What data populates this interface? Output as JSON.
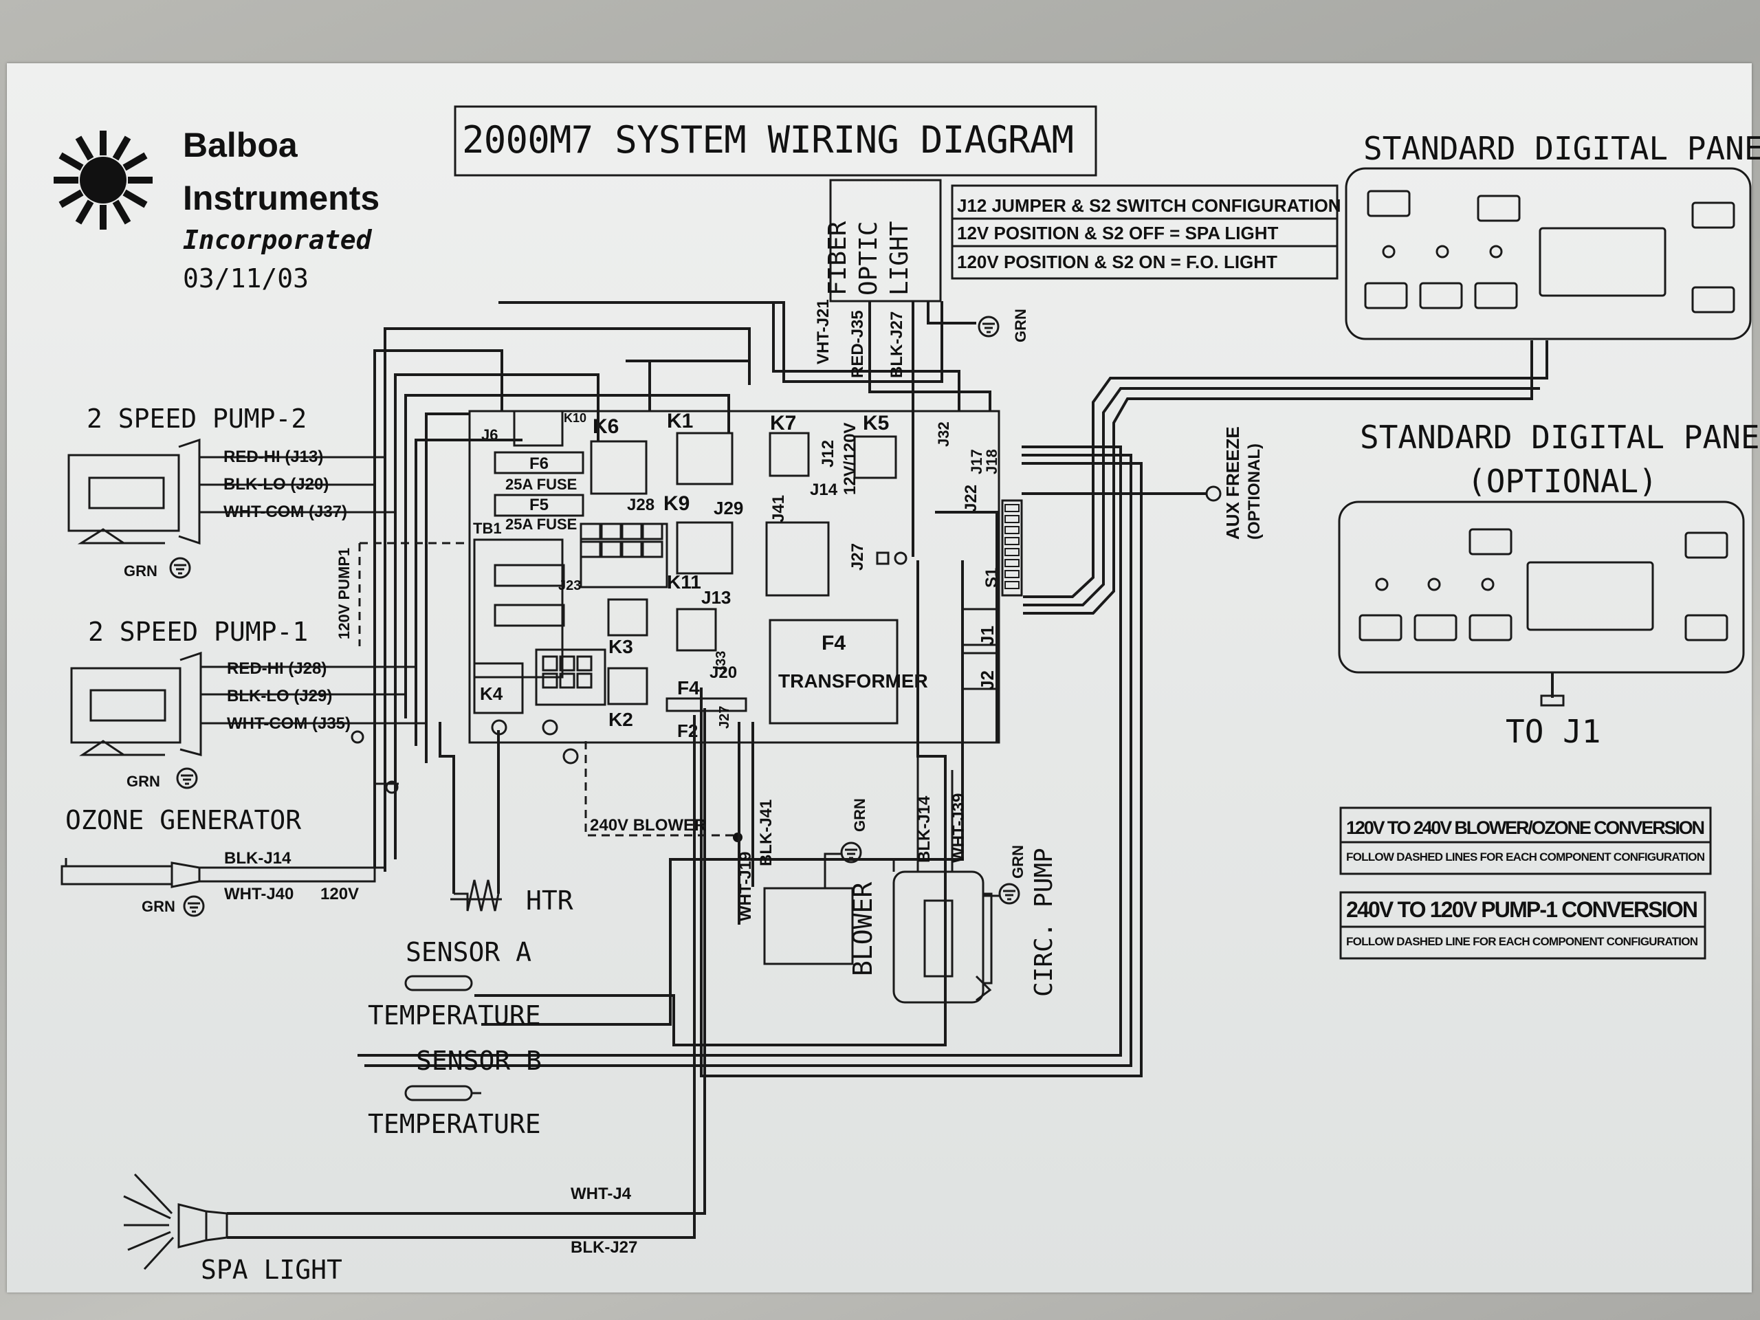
{
  "title": "2000M7 SYSTEM WIRING DIAGRAM",
  "logo": {
    "line1": "Balboa",
    "line2": "Instruments",
    "line3": "Incorporated",
    "date": "03/11/03"
  },
  "fiber_optic": {
    "l1": "FIBER",
    "l2": "OPTIC",
    "l3": "LIGHT"
  },
  "jumper_table": {
    "header": "J12 JUMPER  & S2 SWITCH CONFIGURATION",
    "row1": "12V POSITION & S2 OFF = SPA LIGHT",
    "row2": "120V POSITION & S2 ON = F.O. LIGHT"
  },
  "fiber_wires": {
    "vht": "VHT-J21",
    "red": "RED-J35",
    "blk": "BLK-J27",
    "grn": "GRN"
  },
  "panel1": {
    "title": "STANDARD DIGITAL PANEL"
  },
  "panel2": {
    "title1": "STANDARD DIGITAL PANEL",
    "title2": "(OPTIONAL)",
    "to": "TO J1"
  },
  "aux": {
    "l1": "AUX FREEZE",
    "l2": "(OPTIONAL)"
  },
  "pump2": {
    "title": "2 SPEED PUMP-2",
    "red": "RED-HI (J13)",
    "blk": "BLK-LO (J20)",
    "wht": "WHT-COM (J37)",
    "grn": "GRN"
  },
  "pump1": {
    "title": "2 SPEED PUMP-1",
    "red": "RED-HI (J28)",
    "blk": "BLK-LO (J29)",
    "wht": "WHT-COM (J35)",
    "grn": "GRN"
  },
  "pump1_120v": "120V PUMP1",
  "ozone": {
    "title": "OZONE GENERATOR",
    "blk": "BLK-J14",
    "wht": "WHT-J40",
    "v": "120V",
    "grn": "GRN"
  },
  "htr": "HTR",
  "sensor_a": {
    "title": "SENSOR A",
    "sub": "TEMPERATURE"
  },
  "sensor_b": {
    "title": "SENSOR B",
    "sub": "TEMPERATURE"
  },
  "spa_light": {
    "title": "SPA LIGHT",
    "wht": "WHT-J4",
    "blk": "BLK-J27"
  },
  "blower": {
    "title": "BLOWER",
    "wht": "WHT-J19",
    "blk": "BLK-J41",
    "grn": "GRN",
    "v240": "240V BLOWER"
  },
  "circ": {
    "title": "CIRC. PUMP",
    "blk": "BLK-J14",
    "wht": "WHT-J39",
    "grn": "GRN"
  },
  "board": {
    "k6": "K6",
    "k1": "K1",
    "k7": "K7",
    "k5": "K5",
    "k9": "K9",
    "k11": "K11",
    "k3": "K3",
    "k2": "K2",
    "k4": "K4",
    "k10": "K10",
    "j6": "J6",
    "f6": "F6",
    "f5": "F5",
    "fuse6": "25A FUSE",
    "fuse5": "25A FUSE",
    "tb1": "TB1",
    "j12": "J12",
    "v12": "12V/120V",
    "j14": "J14",
    "j28": "J28",
    "j29": "J29",
    "j41": "J41",
    "j27": "J27",
    "j13": "J13",
    "j20": "J20",
    "j23": "J23",
    "j22": "J22",
    "j17": "J17",
    "j18": "J18",
    "j32": "J32",
    "s1": "S1",
    "j1": "J1",
    "j2": "J2",
    "f4": "F4",
    "transformer": "TRANSFORMER",
    "f4b": "F4",
    "f2": "F2",
    "j33": "J33",
    "j27b": "J27"
  },
  "conv1": {
    "title": "120V TO 240V BLOWER/OZONE CONVERSION",
    "sub": "FOLLOW DASHED LINES FOR EACH COMPONENT CONFIGURATION"
  },
  "conv2": {
    "title": "240V TO 120V PUMP-1 CONVERSION",
    "sub": "FOLLOW DASHED LINE FOR EACH COMPONENT CONFIGURATION"
  }
}
